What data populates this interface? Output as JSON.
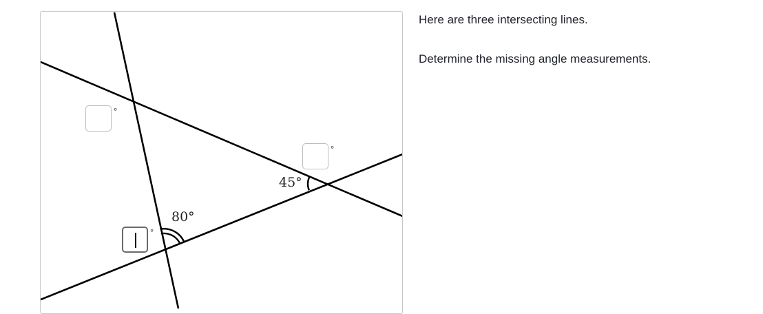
{
  "question": {
    "line1": "Here are three intersecting lines.",
    "line2": "Determine the missing angle measurements."
  },
  "diagram": {
    "description": "Three intersecting lines forming a triangle",
    "stroke_color": "#000000",
    "frame_border_color": "#c8c8c8",
    "given_angles": [
      {
        "id": "bottom-vertex",
        "value": "80",
        "unit": "°",
        "arc": "double"
      },
      {
        "id": "right-vertex",
        "value": "45",
        "unit": "°",
        "arc": "single"
      }
    ],
    "answer_inputs": [
      {
        "id": "top-left-vertical-angle",
        "value": "",
        "unit": "°",
        "focused": false
      },
      {
        "id": "right-vertex-top-angle",
        "value": "",
        "unit": "°",
        "focused": false
      },
      {
        "id": "bottom-vertex-left-angle",
        "value": "",
        "unit": "°",
        "focused": true
      }
    ]
  },
  "labels": {
    "angle_80": "80°",
    "angle_45": "45°",
    "degree": "°"
  }
}
